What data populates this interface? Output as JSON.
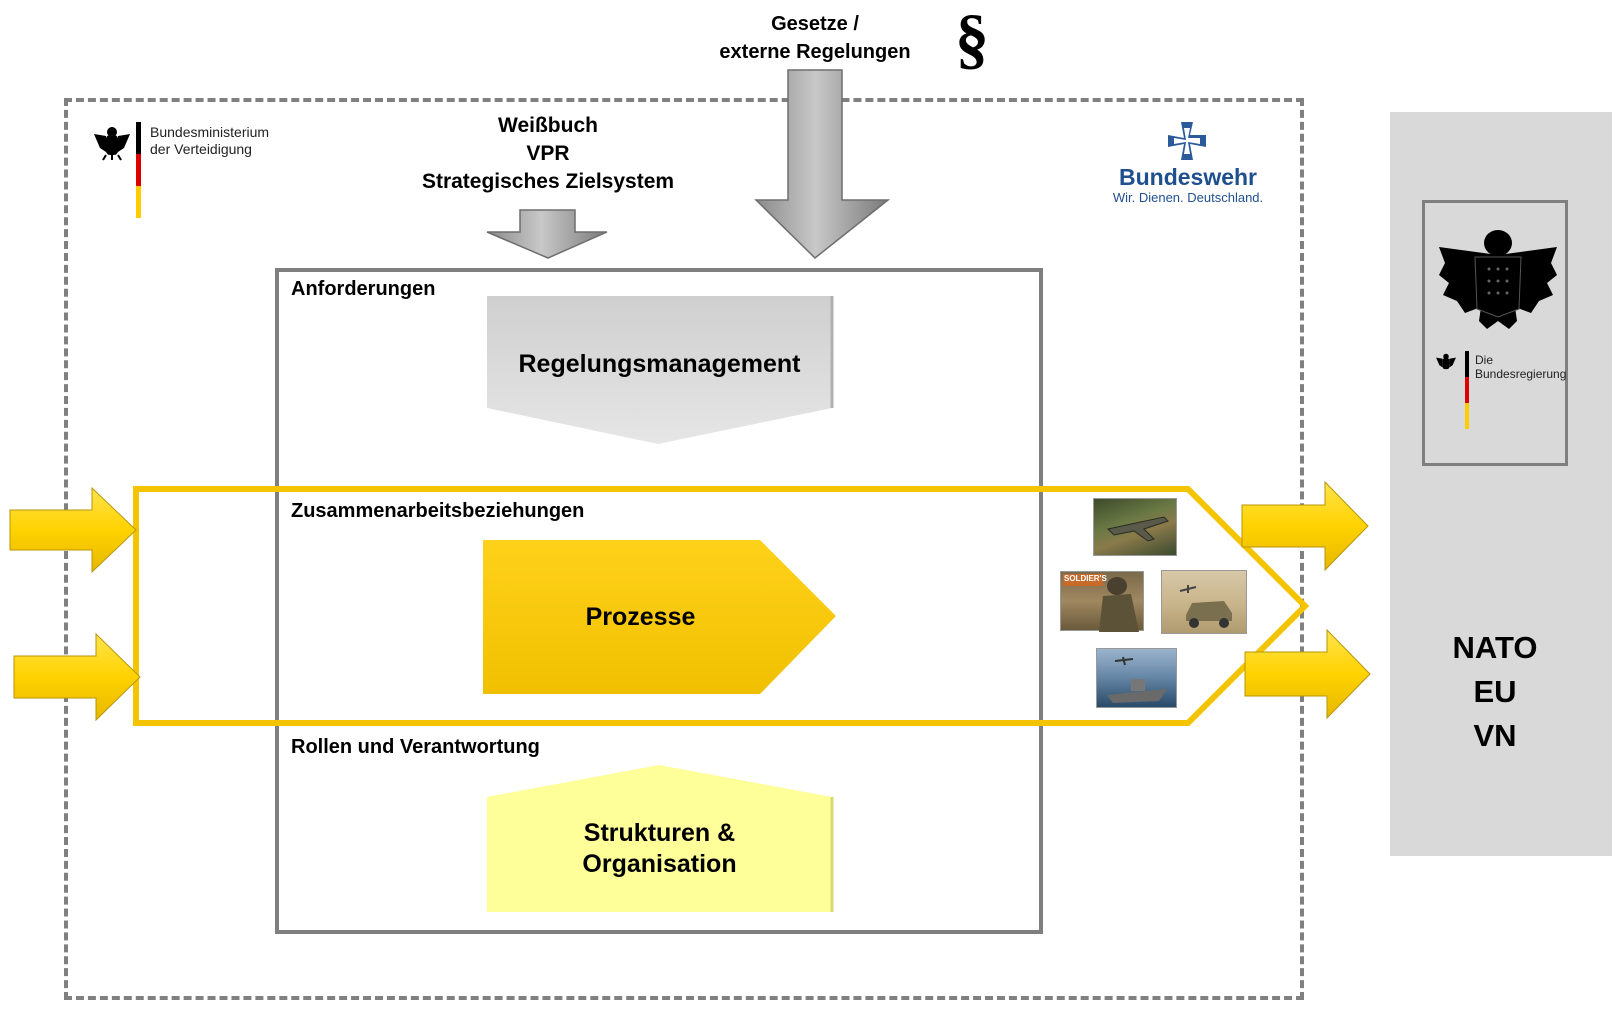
{
  "header": {
    "laws_line1": "Gesetze /",
    "laws_line2": "externe Regelungen",
    "paragraph_symbol": "§"
  },
  "bmvg_logo": {
    "line1": "Bundesministerium",
    "line2": "der Verteidigung"
  },
  "bundeswehr_logo": {
    "name": "Bundeswehr",
    "slogan": "Wir. Dienen. Deutschland."
  },
  "inputs": {
    "line1": "Weißbuch",
    "line2": "VPR",
    "line3": "Strategisches Zielsystem"
  },
  "sections": {
    "requirements": "Anforderungen",
    "cooperation": "Zusammenarbeitsbeziehungen",
    "roles": "Rollen und Verantwortung"
  },
  "blocks": {
    "regulation": "Regelungsmanagement",
    "processes": "Prozesse",
    "structures_line1": "Strukturen &",
    "structures_line2": "Organisation"
  },
  "government_logo": {
    "line1": "Die",
    "line2": "Bundesregierung"
  },
  "partners": {
    "line1": "NATO",
    "line2": "EU",
    "line3": "VN"
  },
  "photos": {
    "poster_text": "SOLDIER'S"
  },
  "colors": {
    "yellow_border": "#f5c400",
    "yellow_arrow": "#ffd700",
    "process_fill": "#f9c800",
    "structure_fill": "#ffff99",
    "grey_arrow": "#9a9a9a",
    "regulation_fill": "#d6d6d6",
    "panel_fill": "#d9d9d9"
  }
}
